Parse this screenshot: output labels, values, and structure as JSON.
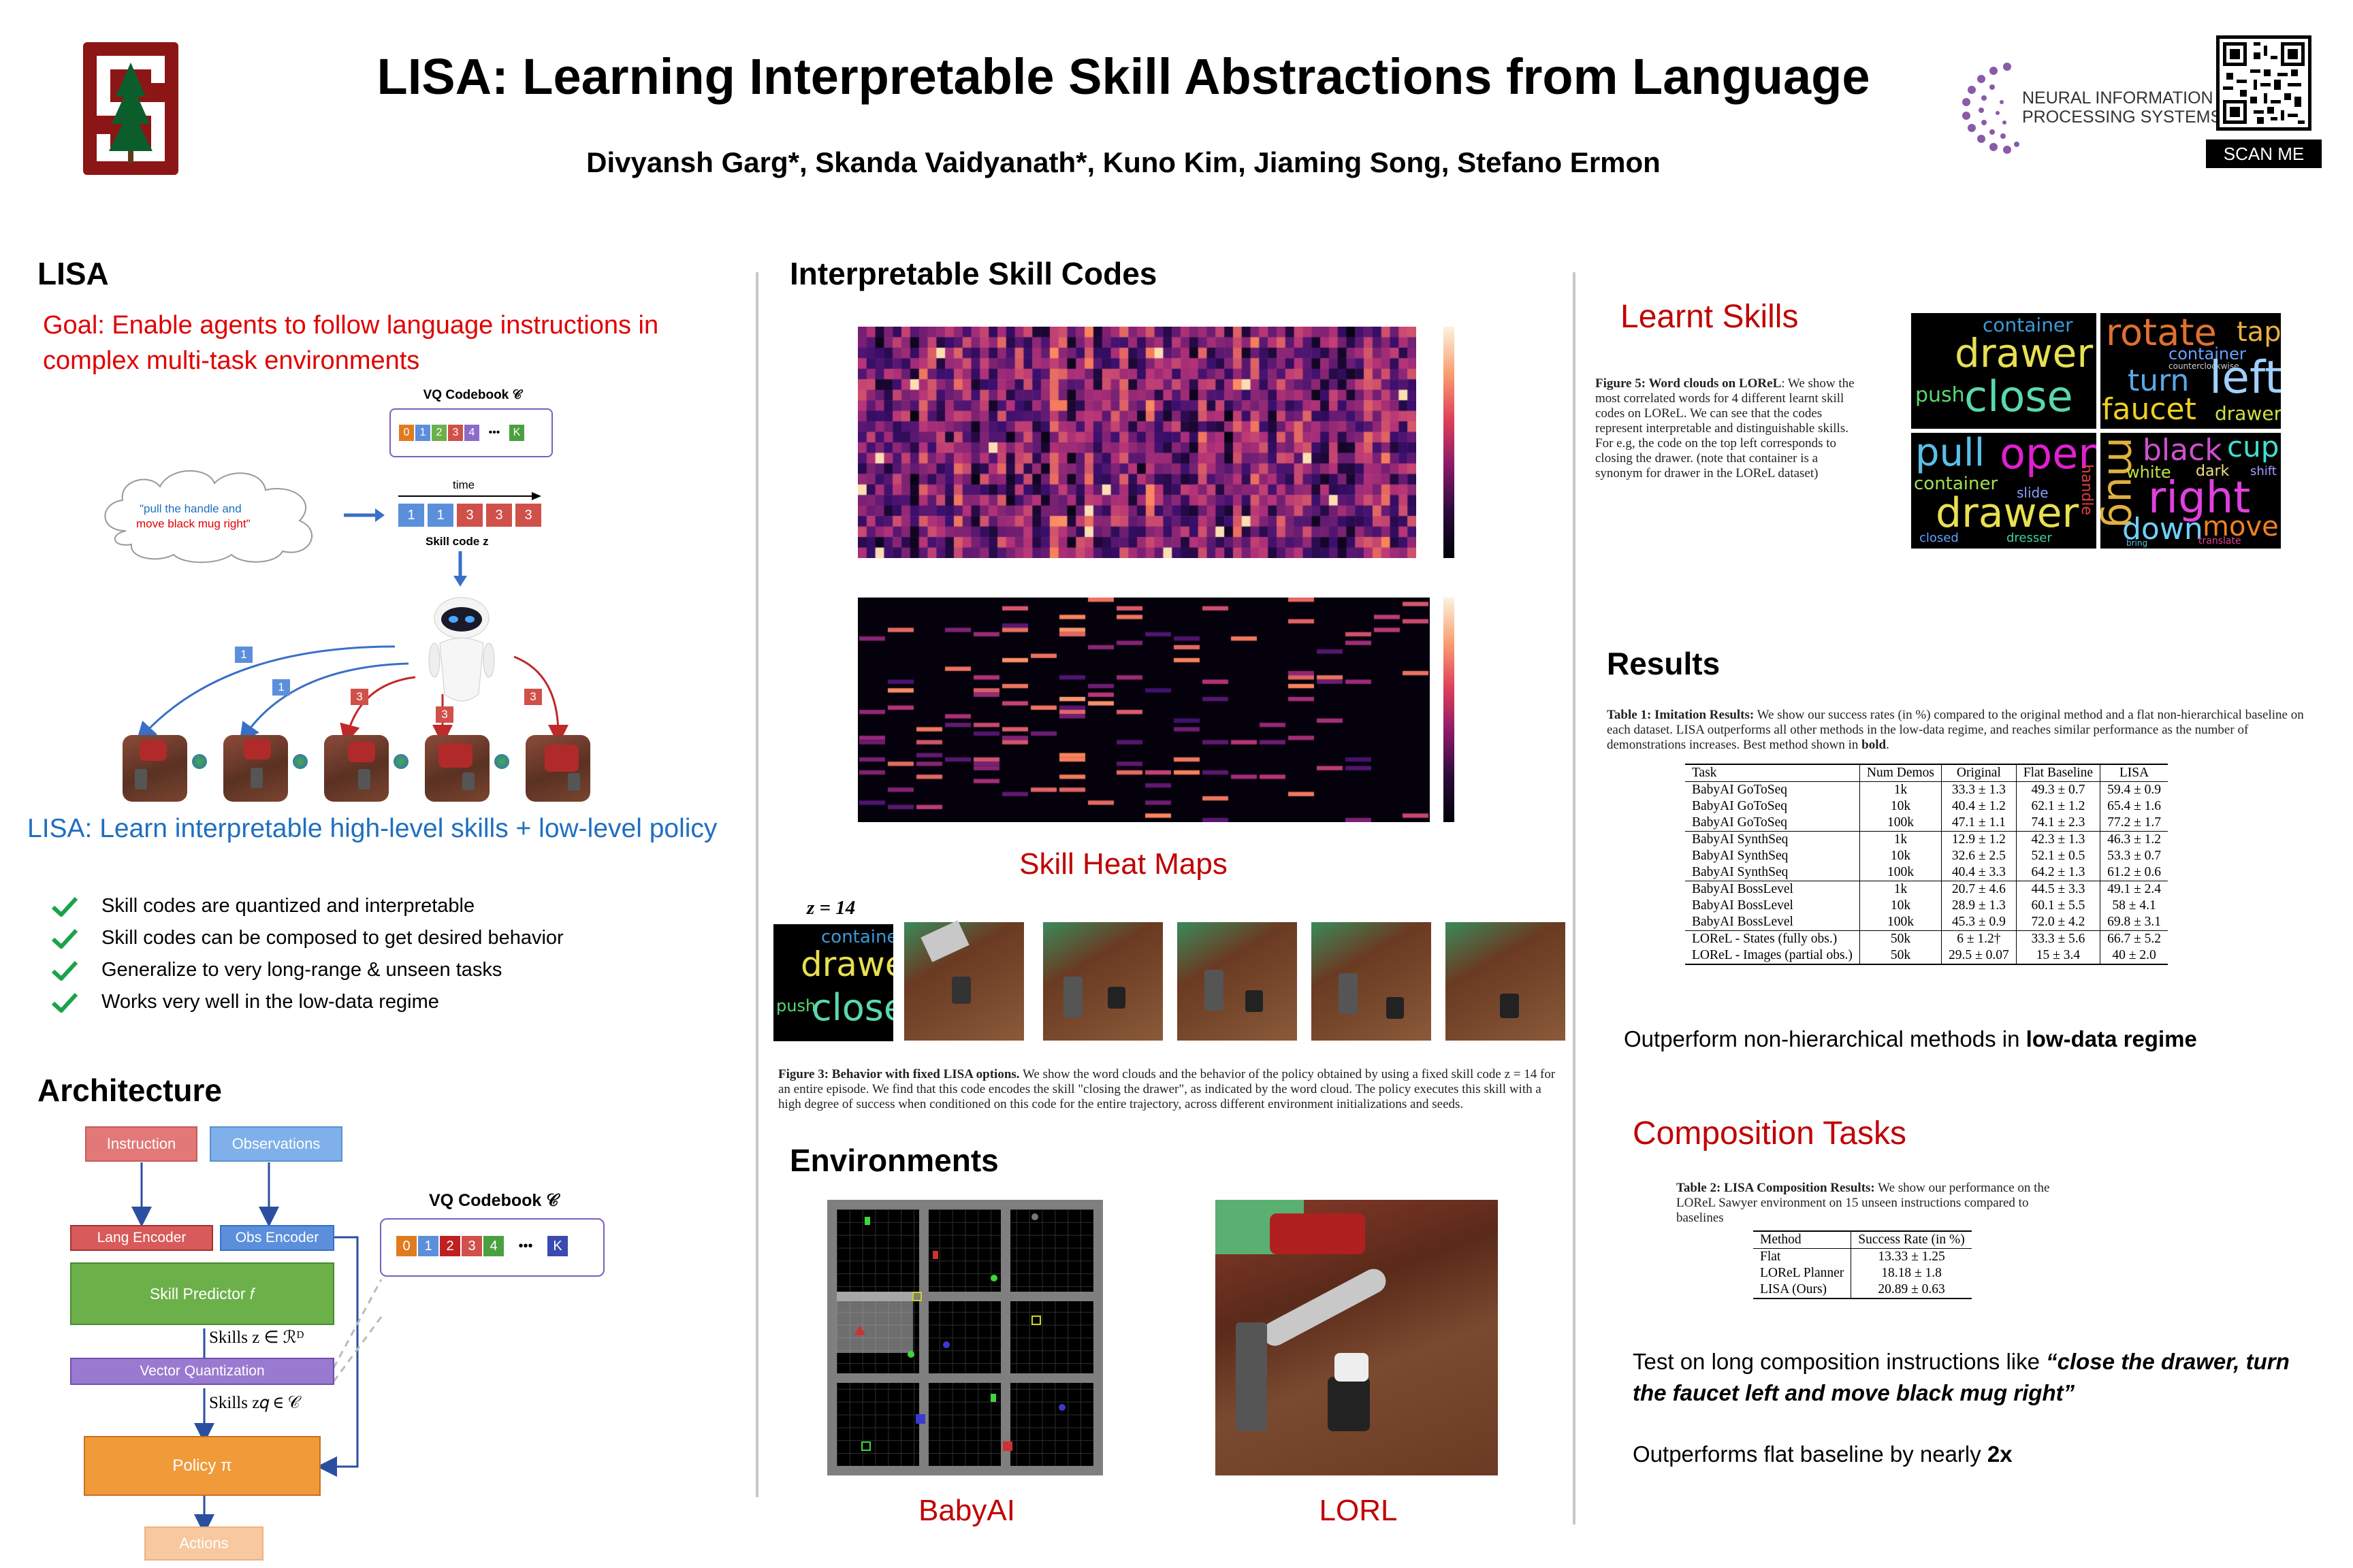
{
  "header": {
    "title": "LISA: Learning Interpretable Skill Abstractions from Language",
    "authors": "Divyansh Garg*, Skanda Vaidyanath*, Kuno Kim, Jiaming Song, Stefano Ermon",
    "neurips_line1": "NEURAL INFORMATION",
    "neurips_line2": "PROCESSING SYSTEMS",
    "scan_me": "SCAN ME"
  },
  "lisa": {
    "heading": "LISA",
    "goal": "Goal: Enable agents to follow language instructions in complex multi-task environments",
    "vq_label": "VQ Codebook 𝒞",
    "codebook": [
      "0",
      "1",
      "2",
      "3",
      "4",
      "•••",
      "K"
    ],
    "instruction_part1": "\"pull the handle and",
    "instruction_part2": "move black mug right\"",
    "time_label": "time",
    "skill_codes": [
      "1",
      "1",
      "3",
      "3",
      "3"
    ],
    "skill_code_label": "Skill code z",
    "arrow_badges": [
      "1",
      "1",
      "3",
      "3",
      "3"
    ],
    "summary": "LISA: Learn interpretable high-level skills + low-level policy",
    "checks": [
      "Skill codes are quantized and interpretable",
      "Skill codes can be composed to get desired behavior",
      "Generalize to very long-range & unseen tasks",
      "Works very well in the low-data regime"
    ]
  },
  "architecture": {
    "heading": "Architecture",
    "instruction": "Instruction",
    "observations": "Observations",
    "lang_encoder": "Lang Encoder",
    "obs_encoder": "Obs Encoder",
    "skill_predictor": "Skill Predictor 𝑓",
    "skills_z": "Skills  z ∈ ℛᴰ",
    "vector_quantization": "Vector Quantization",
    "skills_zq": "Skills  z𝑞 ∈ 𝒞",
    "policy": "Policy π",
    "actions": "Actions",
    "vq_label": "VQ Codebook 𝒞",
    "codebook": [
      "0",
      "1",
      "2",
      "3",
      "4",
      "•••",
      "K"
    ]
  },
  "skill_codes_section": {
    "heading": "Interpretable Skill Codes",
    "heatmap_title": "Skill Heat Maps",
    "z_label": "z = 14",
    "wordcloud_words": [
      "container",
      "drawer",
      "push",
      "close"
    ],
    "figure3_caption_bold": "Figure 3: Behavior with fixed LISA options.",
    "figure3_caption": " We show the word clouds and the behavior of the policy obtained by using a fixed skill code z = 14 for an entire episode. We find that this code encodes the skill \"closing the drawer\", as indicated by the word cloud. The policy executes this skill with a high degree of success when conditioned on this code for the entire trajectory, across different environment initializations and seeds."
  },
  "environments": {
    "heading": "Environments",
    "babyai": "BabyAI",
    "lorl": "LORL"
  },
  "learnt_skills": {
    "heading": "Learnt Skills",
    "caption_bold": "Figure 5: Word clouds on LOReL",
    "caption": ": We show the most correlated words for 4 different learnt skill codes on LOReL. We can see that the codes represent interpretable and distinguishable skills. For e.g, the code on the top left corresponds to closing the drawer. (note that container is a synonym for drawer in the LOReL dataset)",
    "cloud1": [
      "container",
      "drawer",
      "push",
      "close"
    ],
    "cloud2": [
      "rotate",
      "tap",
      "container",
      "counterclockwise",
      "turn",
      "left",
      "faucet",
      "drawer"
    ],
    "cloud3": [
      "pull",
      "open",
      "container",
      "drawer",
      "slide",
      "closed",
      "dresser",
      "handle"
    ],
    "cloud4": [
      "mug",
      "black",
      "cup",
      "white",
      "dark",
      "right",
      "shift",
      "down",
      "move",
      "translate",
      "bring"
    ]
  },
  "results": {
    "heading": "Results",
    "caption_bold": "Table 1: Imitation Results:",
    "caption": " We show our success rates (in %) compared to the original method and a flat non-hierarchical baseline on each dataset. LISA outperforms all other methods in the low-data regime, and reaches similar performance as the number of demonstrations increases. Best method shown in ",
    "caption_bold2": "bold",
    "columns": [
      "Task",
      "Num Demos",
      "Original",
      "Flat Baseline",
      "LISA"
    ],
    "groups": [
      [
        [
          "BabyAI GoToSeq",
          "1k",
          "33.3 ± 1.3",
          "49.3 ± 0.7",
          "59.4 ± 0.9"
        ],
        [
          "BabyAI GoToSeq",
          "10k",
          "40.4 ± 1.2",
          "62.1 ± 1.2",
          "65.4 ± 1.6"
        ],
        [
          "BabyAI GoToSeq",
          "100k",
          "47.1 ± 1.1",
          "74.1 ± 2.3",
          "77.2 ± 1.7"
        ]
      ],
      [
        [
          "BabyAI SynthSeq",
          "1k",
          "12.9 ± 1.2",
          "42.3 ± 1.3",
          "46.3 ± 1.2"
        ],
        [
          "BabyAI SynthSeq",
          "10k",
          "32.6 ± 2.5",
          "52.1 ± 0.5",
          "53.3 ± 0.7"
        ],
        [
          "BabyAI SynthSeq",
          "100k",
          "40.4 ± 3.3",
          "64.2 ± 1.3",
          "61.2 ± 0.6"
        ]
      ],
      [
        [
          "BabyAI BossLevel",
          "1k",
          "20.7 ± 4.6",
          "44.5 ± 3.3",
          "49.1 ± 2.4"
        ],
        [
          "BabyAI BossLevel",
          "10k",
          "28.9 ± 1.3",
          "60.1 ± 5.5",
          "58 ± 4.1"
        ],
        [
          "BabyAI BossLevel",
          "100k",
          "45.3 ± 0.9",
          "72.0 ± 4.2",
          "69.8 ± 3.1"
        ]
      ],
      [
        [
          "LOReL - States (fully obs.)",
          "50k",
          "6 ± 1.2†",
          "33.3 ± 5.6",
          "66.7 ± 5.2"
        ],
        [
          "LOReL - Images (partial obs.)",
          "50k",
          "29.5 ± 0.07",
          "15 ± 3.4",
          "40 ± 2.0"
        ]
      ]
    ],
    "bold_cells": [
      [
        [
          4
        ],
        [
          4
        ],
        [
          4
        ]
      ],
      [
        [
          4
        ],
        [
          4
        ],
        [
          3
        ]
      ],
      [
        [
          4
        ],
        [
          3
        ],
        [
          3
        ]
      ],
      [
        [
          4
        ],
        [
          4
        ]
      ]
    ],
    "summary_prefix": "Outperform non-hierarchical methods in ",
    "summary_bold": "low-data regime"
  },
  "composition": {
    "heading": "Composition Tasks",
    "caption_bold": "Table 2: LISA Composition Results:",
    "caption": " We show our performance on the LOReL Sawyer environment on 15 unseen instructions compared to baselines",
    "columns": [
      "Method",
      "Success Rate (in %)"
    ],
    "rows": [
      [
        "Flat",
        "13.33 ± 1.25"
      ],
      [
        "LOReL Planner",
        "18.18 ± 1.8"
      ],
      [
        "LISA (Ours)",
        "20.89 ± 0.63"
      ]
    ],
    "test_prefix": "Test on long composition instructions like ",
    "test_quote": "“close the drawer, turn the faucet left and move black mug right”",
    "outperform_prefix": "Outperforms flat baseline by nearly ",
    "outperform_bold": "2x"
  },
  "colors": {
    "title_red": "#c00000",
    "goal_red": "#e00000",
    "summary_blue": "#1f6fc0",
    "check_green": "#1aa34a",
    "stanford_red": "#8c1515"
  }
}
